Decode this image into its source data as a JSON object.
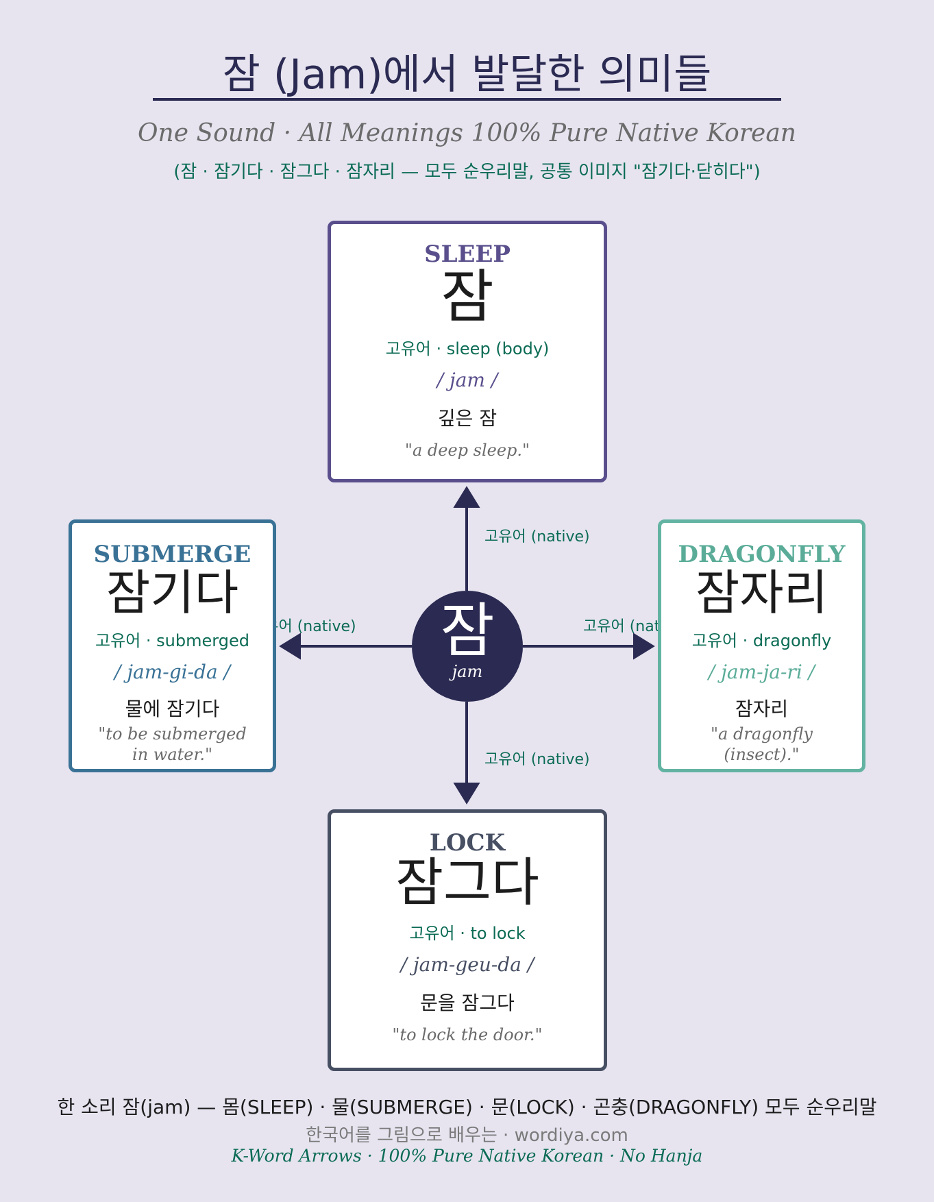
{
  "header": {
    "title": "잠 (Jam)에서 발달한 의미들",
    "subtitle": "One Sound · All Meanings 100% Pure Native Korean",
    "note": "(잠 · 잠기다 · 잠그다 · 잠자리 — 모두 순우리말, 공통 이미지 \"잠기다·닫히다\")"
  },
  "hub": {
    "ko": "잠",
    "rom": "jam",
    "color": "#2b2a52"
  },
  "arrow_labels": {
    "up": "고유어 (native)",
    "left": "고유어 (native)",
    "right": "고유어 (native)",
    "down": "고유어 (native)"
  },
  "cards": {
    "sleep": {
      "en": "SLEEP",
      "ko": "잠",
      "gloss": "고유어 · sleep (body)",
      "rom": "/ jam /",
      "example": "깊은 잠",
      "translation": "\"a deep sleep.\"",
      "color": "#5a4f8c"
    },
    "submerge": {
      "en": "SUBMERGE",
      "ko": "잠기다",
      "gloss": "고유어 · submerged",
      "rom": "/ jam-gi-da /",
      "example": "물에 잠기다",
      "translation_line1": "\"to be submerged",
      "translation_line2": "in water.\"",
      "color": "#3a7296"
    },
    "dragonfly": {
      "en": "DRAGONFLY",
      "ko": "잠자리",
      "gloss": "고유어 · dragonfly",
      "rom": "/ jam-ja-ri /",
      "example": "잠자리",
      "translation_line1": "\"a dragonfly",
      "translation_line2": "(insect).\"",
      "color": "#63b3a2"
    },
    "lock": {
      "en": "LOCK",
      "ko": "잠그다",
      "gloss": "고유어 · to lock",
      "rom": "/ jam-geu-da /",
      "example": "문을 잠그다",
      "translation": "\"to lock the door.\"",
      "color": "#474f63"
    }
  },
  "footer": {
    "main": "한 소리 잠(jam) — 몸(SLEEP) · 물(SUBMERGE) · 문(LOCK) · 곤충(DRAGONFLY) 모두 순우리말",
    "site": "한국어를 그림으로 배우는 · wordiya.com",
    "tagline": "K-Word Arrows · 100% Pure Native Korean · No Hanja"
  }
}
